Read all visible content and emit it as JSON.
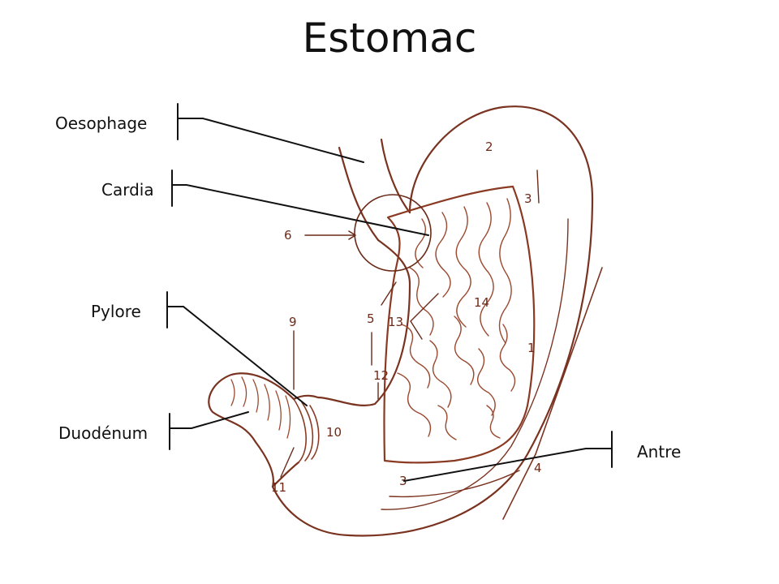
{
  "title": "Estomac",
  "labels": {
    "oesophage": "Oesophage",
    "cardia": "Cardia",
    "pylore": "Pylore",
    "duodenum": "Duodénum",
    "antre": "Antre"
  },
  "numbers": [
    "1",
    "2",
    "3",
    "3",
    "4",
    "5",
    "6",
    "9",
    "10",
    "11",
    "12",
    "13",
    "14"
  ],
  "colors": {
    "outline": "#7a3320",
    "fold": "#9a4a30",
    "leader": "#111111",
    "text": "#111111"
  }
}
